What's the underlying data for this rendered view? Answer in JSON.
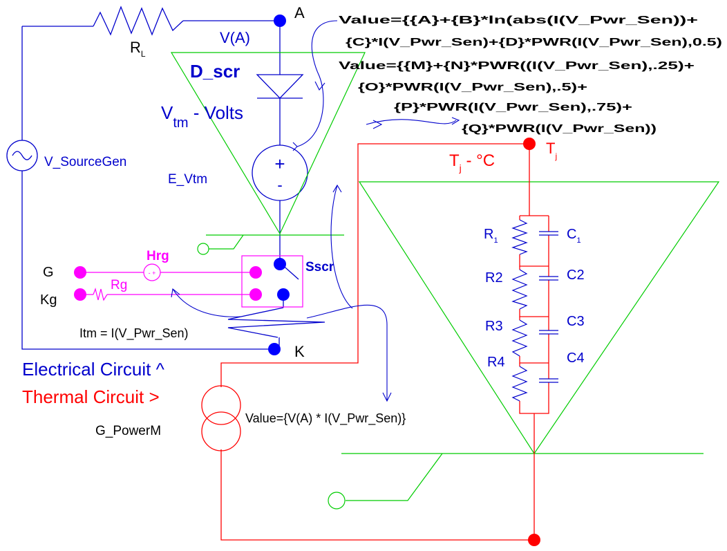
{
  "colors": {
    "electrical": "#0000cc",
    "node_blue": "#0000ff",
    "thermal": "#ff0000",
    "grid": "#00cc00",
    "gate": "#ff00ff",
    "expr": "#000000"
  },
  "nodes": {
    "A": "A",
    "K": "K",
    "G": "G",
    "Kg": "Kg",
    "Tj_base": "T",
    "Tj_sub": "j"
  },
  "labels": {
    "RL_base": "R",
    "RL_sub": "L",
    "VA": "V(A)",
    "D_scr": "D_scr",
    "Vtm_base": "V",
    "Vtm_sub": "tm",
    "Vtm_rest": " - Volts",
    "V_SourceGen": "V_SourceGen",
    "E_Vtm": "E_Vtm",
    "plus": "+",
    "minus": "-",
    "Hrg": "Hrg",
    "Rg": "Rg",
    "Sscr": "Sscr",
    "Itm": "Itm = I(V_Pwr_Sen)",
    "Electrical_Circuit": "Electrical Circuit ^",
    "Thermal_Circuit": "Thermal Circuit >",
    "G_PowerM": "G_PowerM",
    "Tj_temp_base": "T",
    "Tj_temp_sub": "j",
    "Tj_temp_rest": " - °C",
    "R1_base": "R",
    "R1_sub": "1",
    "C1_base": "C",
    "C1_sub": "1",
    "R2": "R2",
    "C2": "C2",
    "R3": "R3",
    "C3": "C3",
    "R4": "R4",
    "C4": "C4"
  },
  "expressions": {
    "vtm_line1": "Value={{A}+{B}*ln(abs(I(V_Pwr_Sen))+",
    "vtm_line2": "{C}*I(V_Pwr_Sen)+{D}*PWR(I(V_Pwr_Sen),0.5)",
    "tj_line1": "Value={{M}+{N}*PWR((I(V_Pwr_Sen),.25)+",
    "tj_line2": "{O}*PWR(I(V_Pwr_Sen),.5)+",
    "tj_line3": "{P}*PWR(I(V_Pwr_Sen),.75)+",
    "tj_line4": "{Q}*PWR(I(V_Pwr_Sen))",
    "power": "Value={V(A) * I(V_Pwr_Sen)}"
  }
}
